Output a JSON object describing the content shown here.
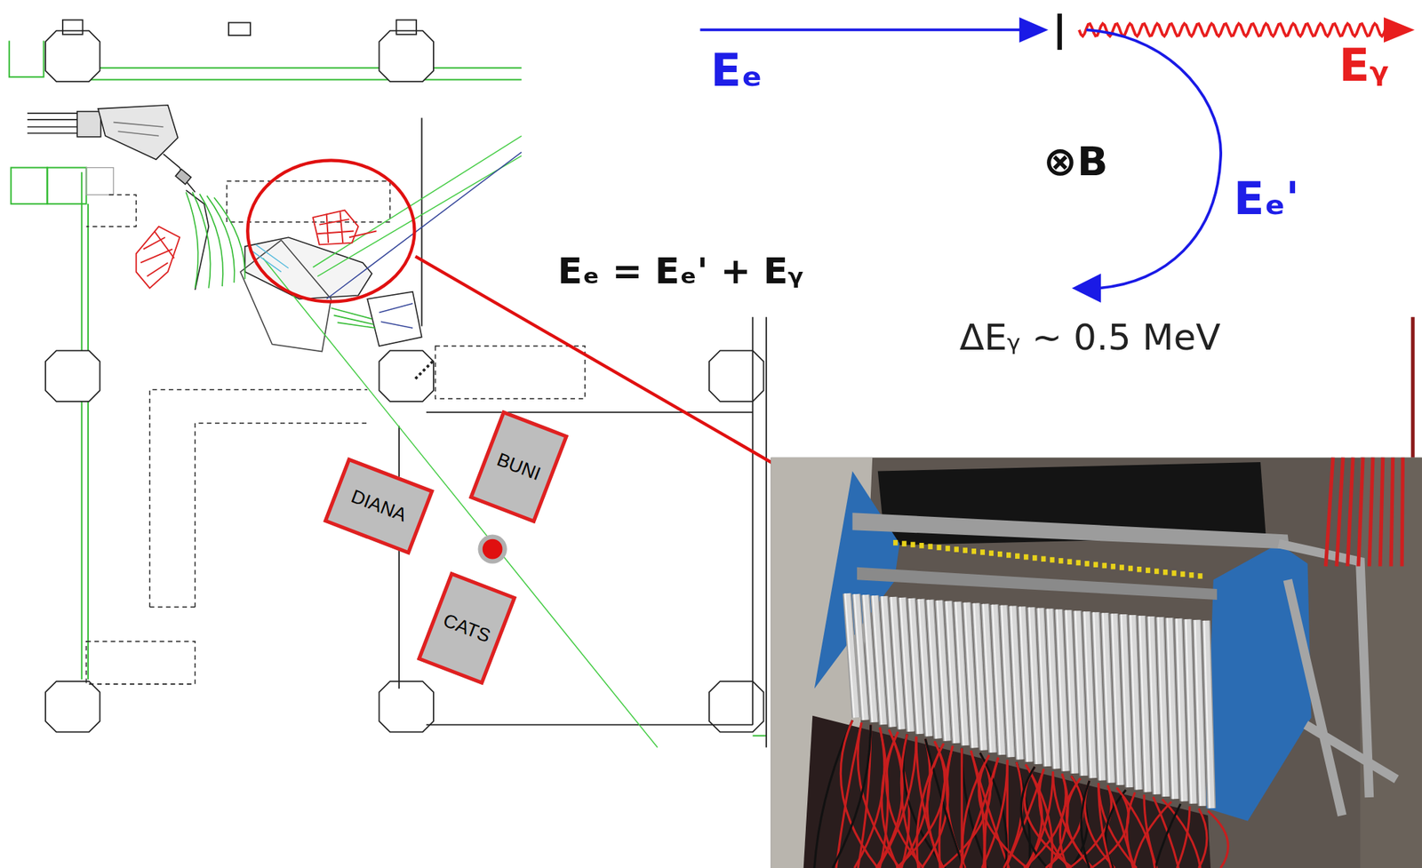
{
  "diagram": {
    "nodes": [
      {
        "text": [
          "BUNI"
        ]
      },
      {
        "text": [
          "DIANA"
        ]
      },
      {
        "text": [
          "CATS"
        ]
      }
    ],
    "labels": [
      "Eₑ",
      "Eᵧ",
      "⊗B",
      "Eₑ'",
      "Eₑ = Eₑ' + Eᵧ",
      "ΔEᵧ ~ 0.5 MeV"
    ]
  }
}
